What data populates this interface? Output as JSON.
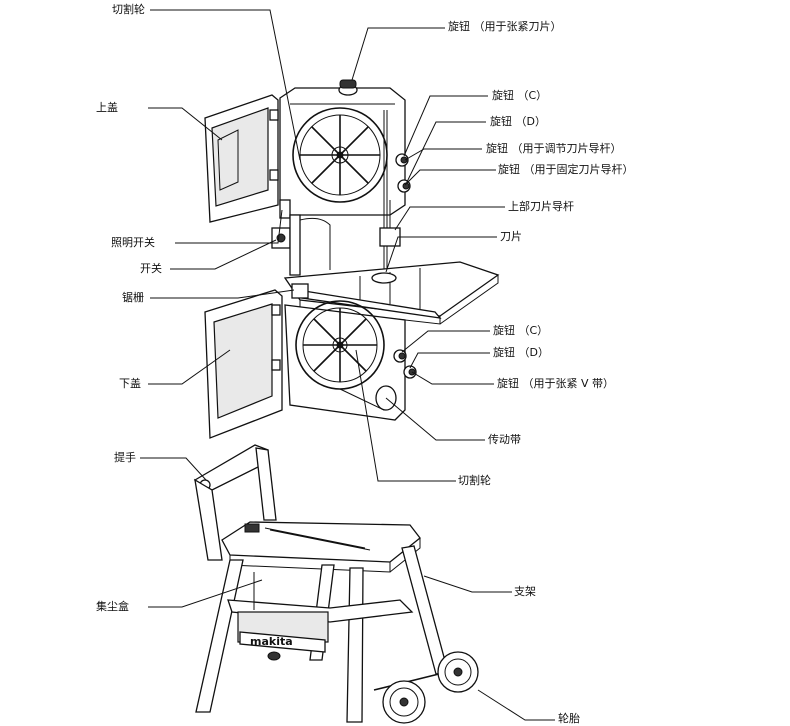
{
  "labels": {
    "upper_wheel": "切割轮",
    "top_knob": "旋钮 （用于张紧刀片）",
    "upper_cover": "上盖",
    "knob_c_upper": "旋钮 （C）",
    "knob_d_upper": "旋钮 （D）",
    "knob_adjust_guide": "旋钮 （用于调节刀片导杆）",
    "knob_fix_guide": "旋钮 （用于固定刀片导杆）",
    "upper_blade_guide": "上部刀片导杆",
    "light_switch": "照明开关",
    "blade": "刀片",
    "switch": "开关",
    "rip_fence": "锯栅",
    "knob_c_lower": "旋钮 （C）",
    "knob_d_lower": "旋钮 （D）",
    "lower_cover": "下盖",
    "knob_v_belt": "旋钮 （用于张紧 V 带）",
    "drive_belt": "传动带",
    "lower_wheel": "切割轮",
    "handle": "提手",
    "stand": "支架",
    "dust_box": "集尘盒",
    "tire": "轮胎",
    "brand": "makita"
  }
}
